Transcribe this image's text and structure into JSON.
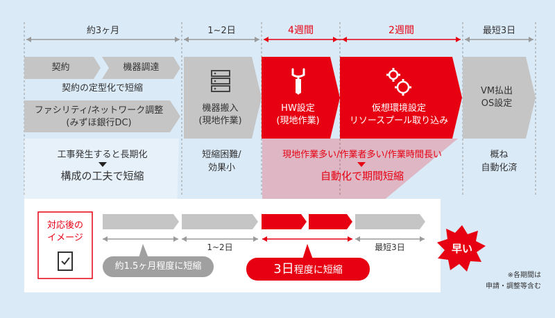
{
  "colors": {
    "red": "#e60012",
    "gray": "#c5c5c5",
    "background": "#dbeaf7",
    "text": "#333333",
    "white": "#ffffff"
  },
  "durations": {
    "phase1": "約3ヶ月",
    "phase2": "1~2日",
    "phase3": "4週間",
    "phase4": "2週間",
    "phase5": "最短3日"
  },
  "steps": {
    "contract": "契約",
    "procurement": "機器調達",
    "contract_note": "契約の定型化で短縮",
    "facility_line1": "ファシリティ/ネットワーク調整",
    "facility_line2": "(みずほ銀行DC)",
    "delivery_line1": "機器搬入",
    "delivery_line2": "(現地作業)",
    "hw_line1": "HW設定",
    "hw_line2": "(現地作業)",
    "virtual_line1": "仮想環境設定",
    "virtual_line2": "リソースプール取り込み",
    "vm_line1": "VM払出",
    "vm_line2": "OS設定"
  },
  "notes": {
    "phase1_line1": "工事発生すると長期化",
    "phase1_line2": "構成の工夫で短縮",
    "phase2_line1": "短縮困難/",
    "phase2_line2": "効果小",
    "phase34_line1": "現地作業多い/作業者多い/作業時間長い",
    "phase34_line2": "自動化で期間短縮",
    "phase5_line1": "概ね",
    "phase5_line2": "自動化済"
  },
  "after": {
    "label_line1": "対応後の",
    "label_line2": "イメージ",
    "d1": "1~2日",
    "d2": "最短3日",
    "callout1": "約1.5ヶ月程度に短縮",
    "callout2_big": "3日",
    "callout2_rest": "程度に短縮",
    "burst": "早い"
  },
  "footnote_line1": "※各期間は",
  "footnote_line2": "申請・調整等含む",
  "icons": [
    "server-icon",
    "wrench-icon",
    "gears-icon",
    "document-check-icon"
  ]
}
